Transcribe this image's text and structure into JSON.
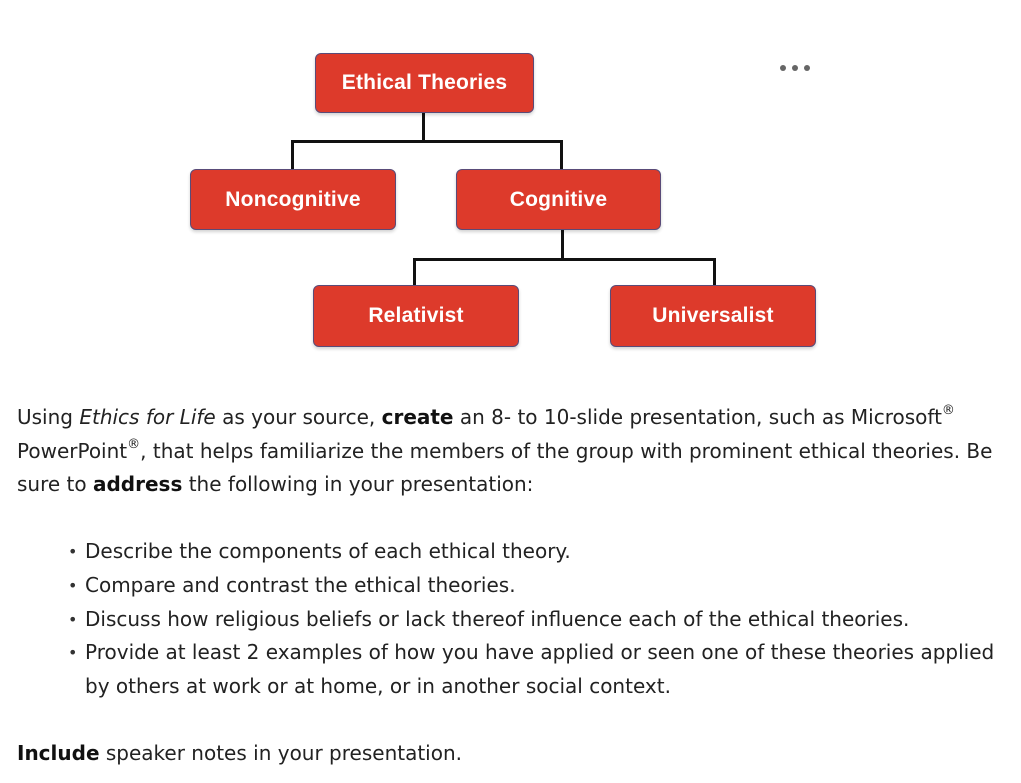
{
  "diagram": {
    "root": "Ethical Theories",
    "level1": [
      "Noncognitive",
      "Cognitive"
    ],
    "level2": [
      "Relativist",
      "Universalist"
    ]
  },
  "menu_icon": "more-horizontal-icon",
  "colors": {
    "node_fill": "#dd3a2b",
    "node_border": "#5a4b78",
    "connector": "#111111",
    "text": "#222222"
  },
  "paragraph1": {
    "t1": "Using ",
    "book_title": "Ethics for Life",
    "t2": " as your source, ",
    "bold1": "create",
    "t3": " an 8- to 10-slide presentation, such as Microsoft",
    "reg1": "®",
    "t4": " PowerPoint",
    "reg2": "®",
    "t5": ", that helps familiarize the members of the group with prominent ethical theories. Be sure to ",
    "bold2": "address",
    "t6": " the following in your presentation:"
  },
  "bullets": [
    "Describe the components of each ethical theory.",
    "Compare and contrast the ethical theories.",
    "Discuss how religious beliefs or lack thereof influence each of the ethical theories.",
    "Provide at least 2 examples of how you have applied or seen one of these theories applied by others at work or at home, or in another social context."
  ],
  "paragraph2": {
    "bold": "Include",
    "rest": " speaker notes in your presentation."
  }
}
